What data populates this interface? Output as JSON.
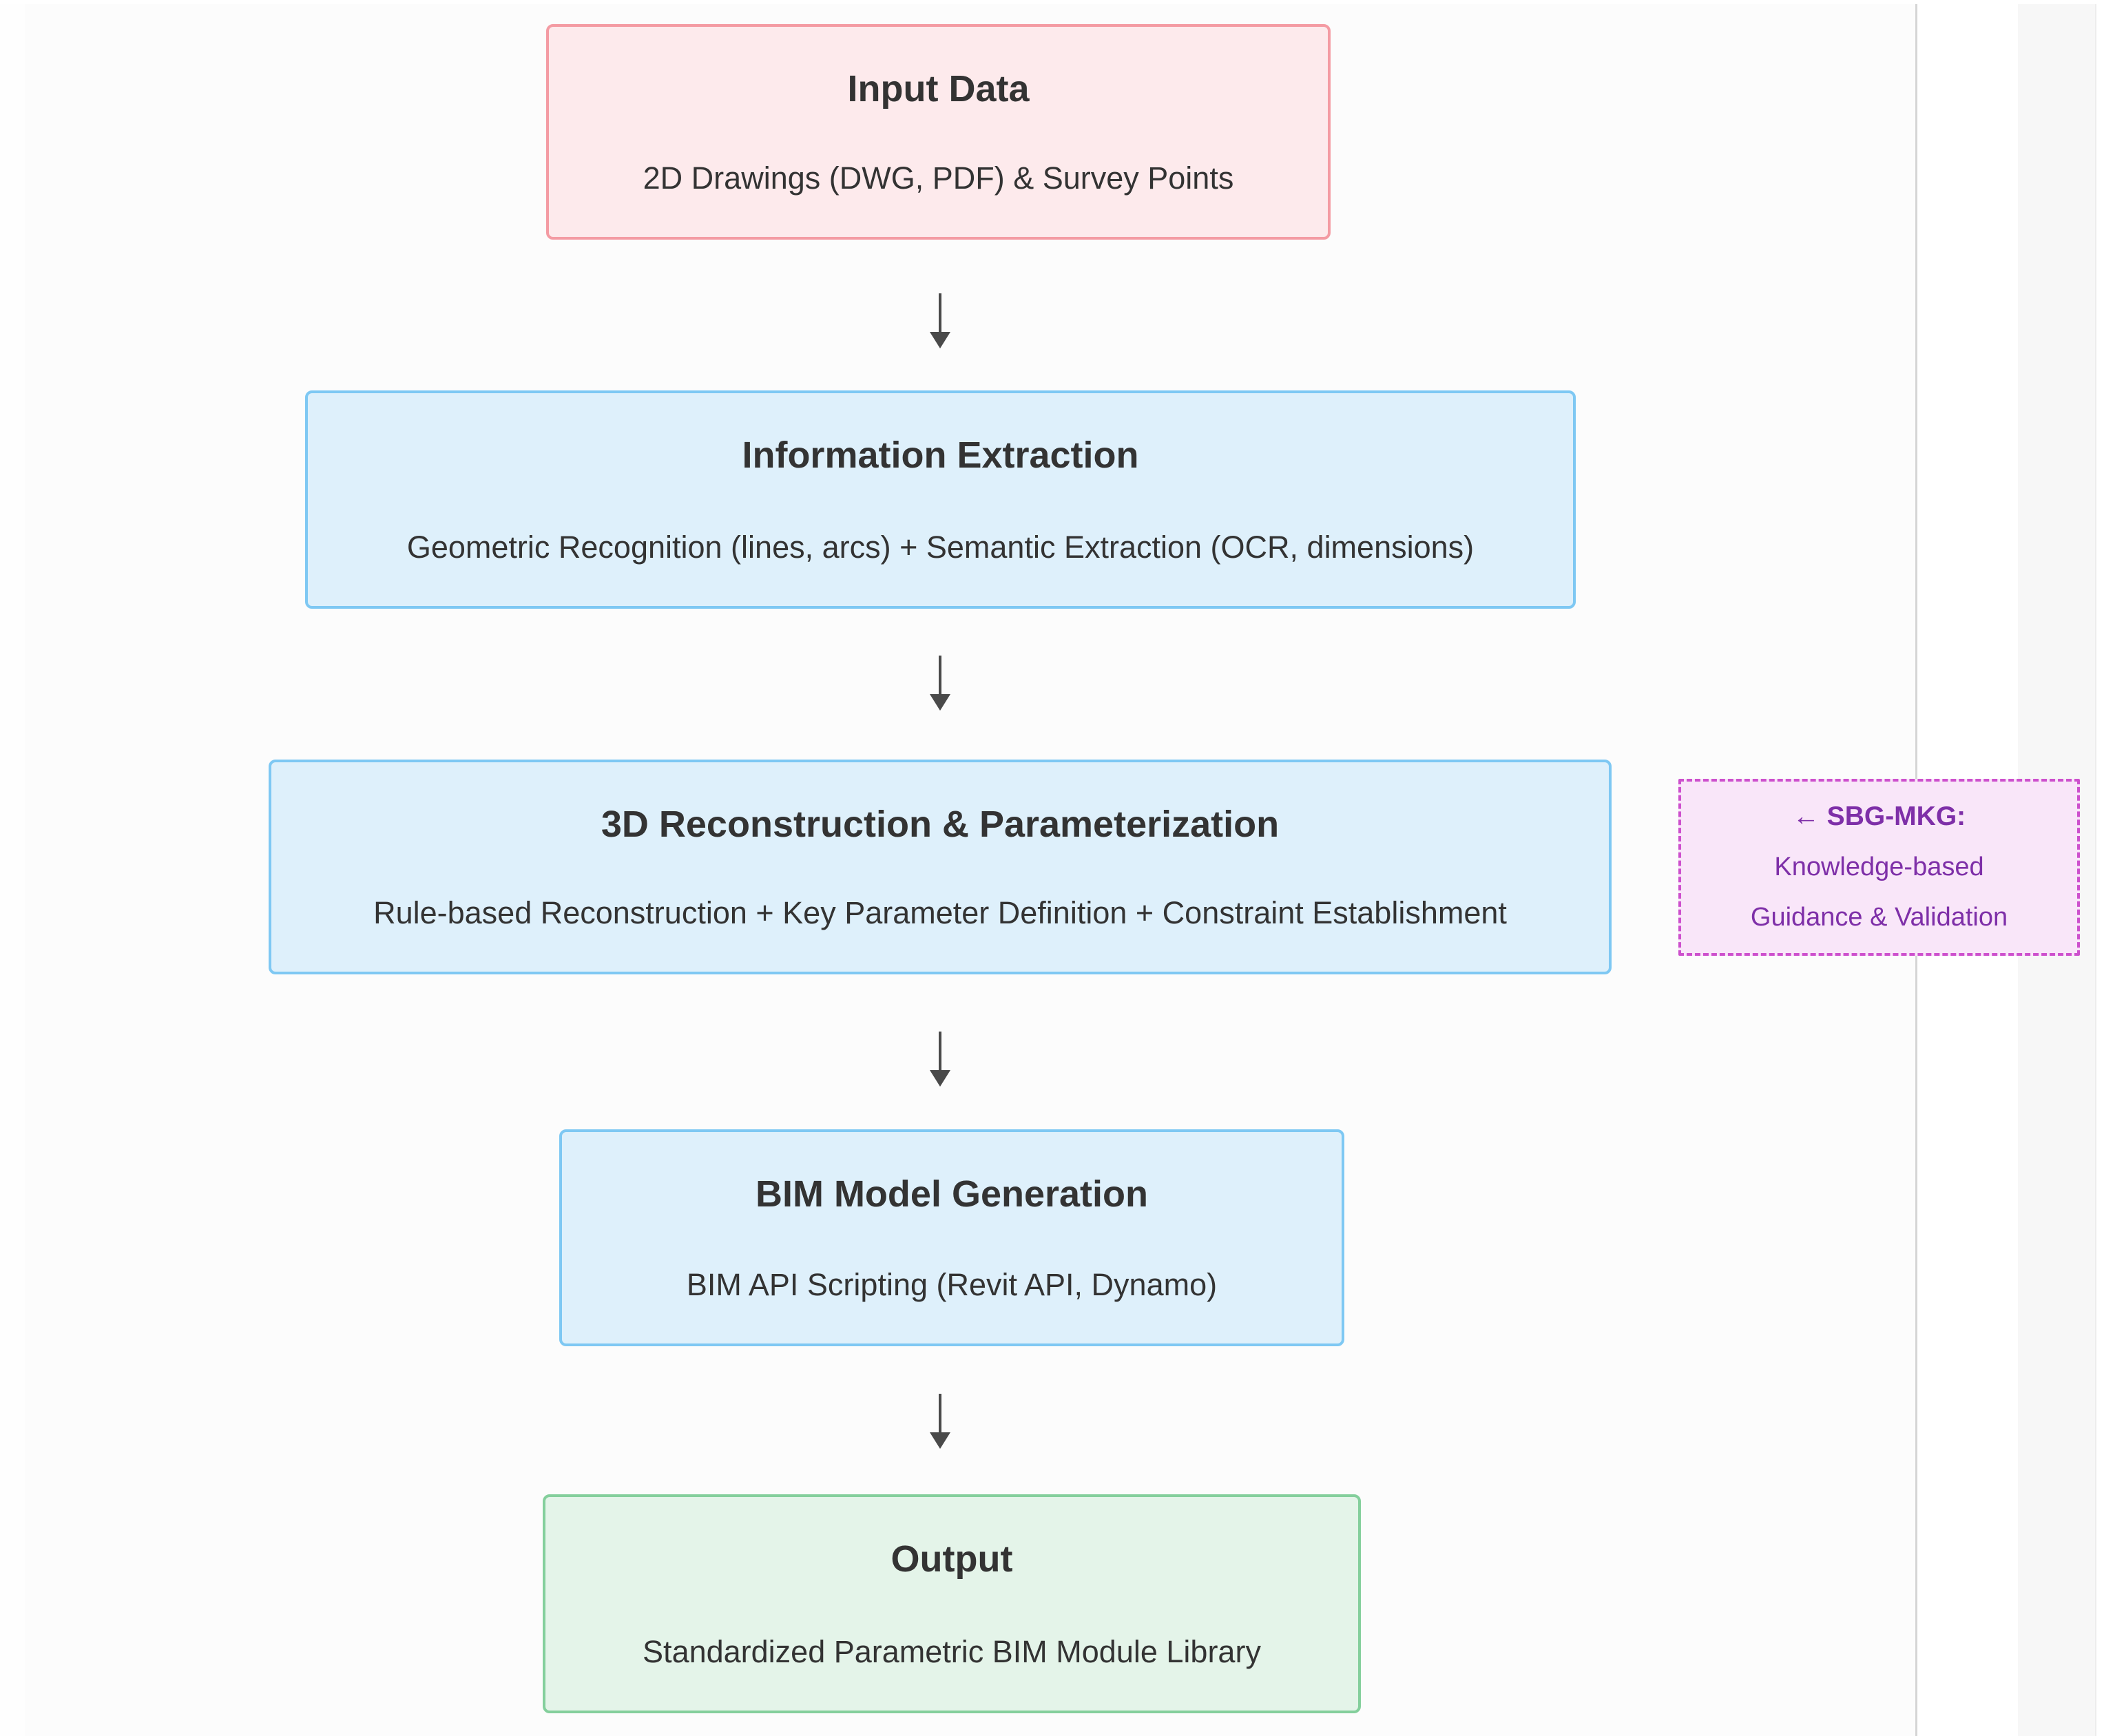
{
  "page": {
    "background_color": "#fcfcfc",
    "divider_line_color": "#d5d5d5",
    "right_panel_color": "#f7f7f7"
  },
  "flow": {
    "nodes": [
      {
        "id": "input",
        "title": "Input Data",
        "subtitle": "2D Drawings (DWG, PDF) & Survey Points",
        "fill_color": "#fdeaec",
        "border_color": "#f49ba3"
      },
      {
        "id": "information-extraction",
        "title": "Information Extraction",
        "subtitle": "Geometric Recognition (lines, arcs) + Semantic Extraction (OCR, dimensions)",
        "fill_color": "#def0fb",
        "border_color": "#7ec8f3"
      },
      {
        "id": "reconstruction-parameterization",
        "title": "3D Reconstruction & Parameterization",
        "subtitle": "Rule-based Reconstruction + Key Parameter Definition + Constraint Establishment",
        "fill_color": "#def0fb",
        "border_color": "#7ec8f3"
      },
      {
        "id": "bim-model-generation",
        "title": "BIM Model Generation",
        "subtitle": "BIM API Scripting (Revit API, Dynamo)",
        "fill_color": "#def0fb",
        "border_color": "#7ec8f3"
      },
      {
        "id": "output",
        "title": "Output",
        "subtitle": "Standardized Parametric BIM Module Library",
        "fill_color": "#e4f4e9",
        "border_color": "#84cf9c"
      }
    ],
    "arrow_color": "#4a4a4a",
    "annotation": {
      "line1": "← SBG-MKG:",
      "line2": "Knowledge-based",
      "line3": "Guidance & Validation",
      "text_color": "#7e2fa8",
      "border_color": "#cd50cd",
      "fill_color": "#f9e6f9"
    },
    "text_color": "#333333"
  }
}
